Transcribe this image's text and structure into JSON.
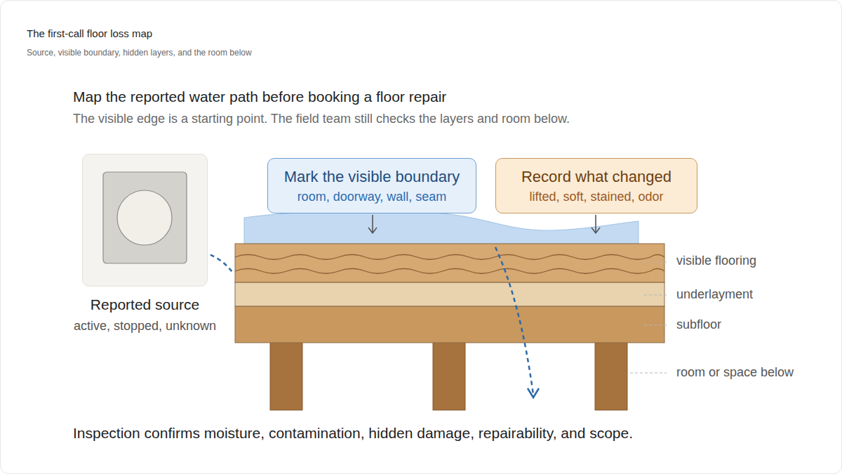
{
  "diagram": {
    "title": "The first-call floor loss map",
    "caption": "Inspection confirms moisture, contamination, hidden damage, repairability, and scope.",
    "nodes": [
      {
        "text": [
          "Reported source",
          "active, stopped, unknown"
        ]
      },
      {
        "text": [
          "Mark the visible boundary",
          "room, doorway, wall, seam"
        ]
      },
      {
        "text": [
          "Record what changed",
          "lifted, soft, stained, odor"
        ]
      }
    ],
    "labels": [
      "Source, visible boundary, hidden layers, and the room below",
      "Map the reported water path before booking a floor repair",
      "The visible edge is a starting point. The field team still checks the layers and room below.",
      "visible flooring",
      "underlayment",
      "subfloor",
      "room or space below"
    ]
  }
}
